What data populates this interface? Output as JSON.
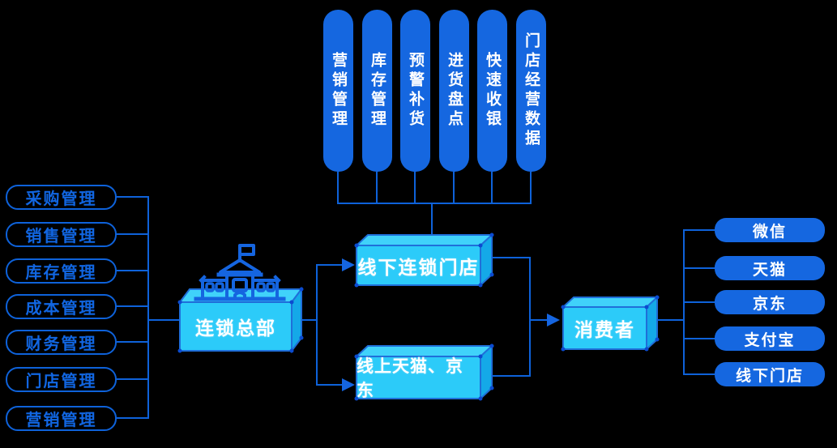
{
  "colors": {
    "background": "#000000",
    "node_fill_blue": "#1567E0",
    "line_blue": "#0E62DA",
    "icon_blue": "#1565E0",
    "box_cyan_front": "#2CCBF9",
    "box_cyan_top": "#40D2FA",
    "box_cyan_side": "#14A9E8",
    "box_edge": "#1F6FD9",
    "text_white": "#FFFFFF",
    "outline_text_blue": "#1166E2"
  },
  "diagram": {
    "top_modules": {
      "items": [
        {
          "label": "营销管理"
        },
        {
          "label": "库存管理"
        },
        {
          "label": "预警补货"
        },
        {
          "label": "进货盘点"
        },
        {
          "label": "快速收银"
        },
        {
          "label": "门店经营数据"
        }
      ]
    },
    "left_modules": {
      "items": [
        {
          "label": "采购管理"
        },
        {
          "label": "销售管理"
        },
        {
          "label": "库存管理"
        },
        {
          "label": "成本管理"
        },
        {
          "label": "财务管理"
        },
        {
          "label": "门店管理"
        },
        {
          "label": "营销管理"
        }
      ]
    },
    "headquarters": {
      "label": "连锁总部",
      "icon": "government-building-icon"
    },
    "channels": {
      "offline": {
        "label": "线下连锁门店"
      },
      "online": {
        "label": "线上天猫、京东"
      }
    },
    "consumer": {
      "label": "消费者"
    },
    "touchpoints": {
      "items": [
        {
          "label": "微信"
        },
        {
          "label": "天猫"
        },
        {
          "label": "京东"
        },
        {
          "label": "支付宝"
        },
        {
          "label": "线下门店"
        }
      ]
    }
  }
}
